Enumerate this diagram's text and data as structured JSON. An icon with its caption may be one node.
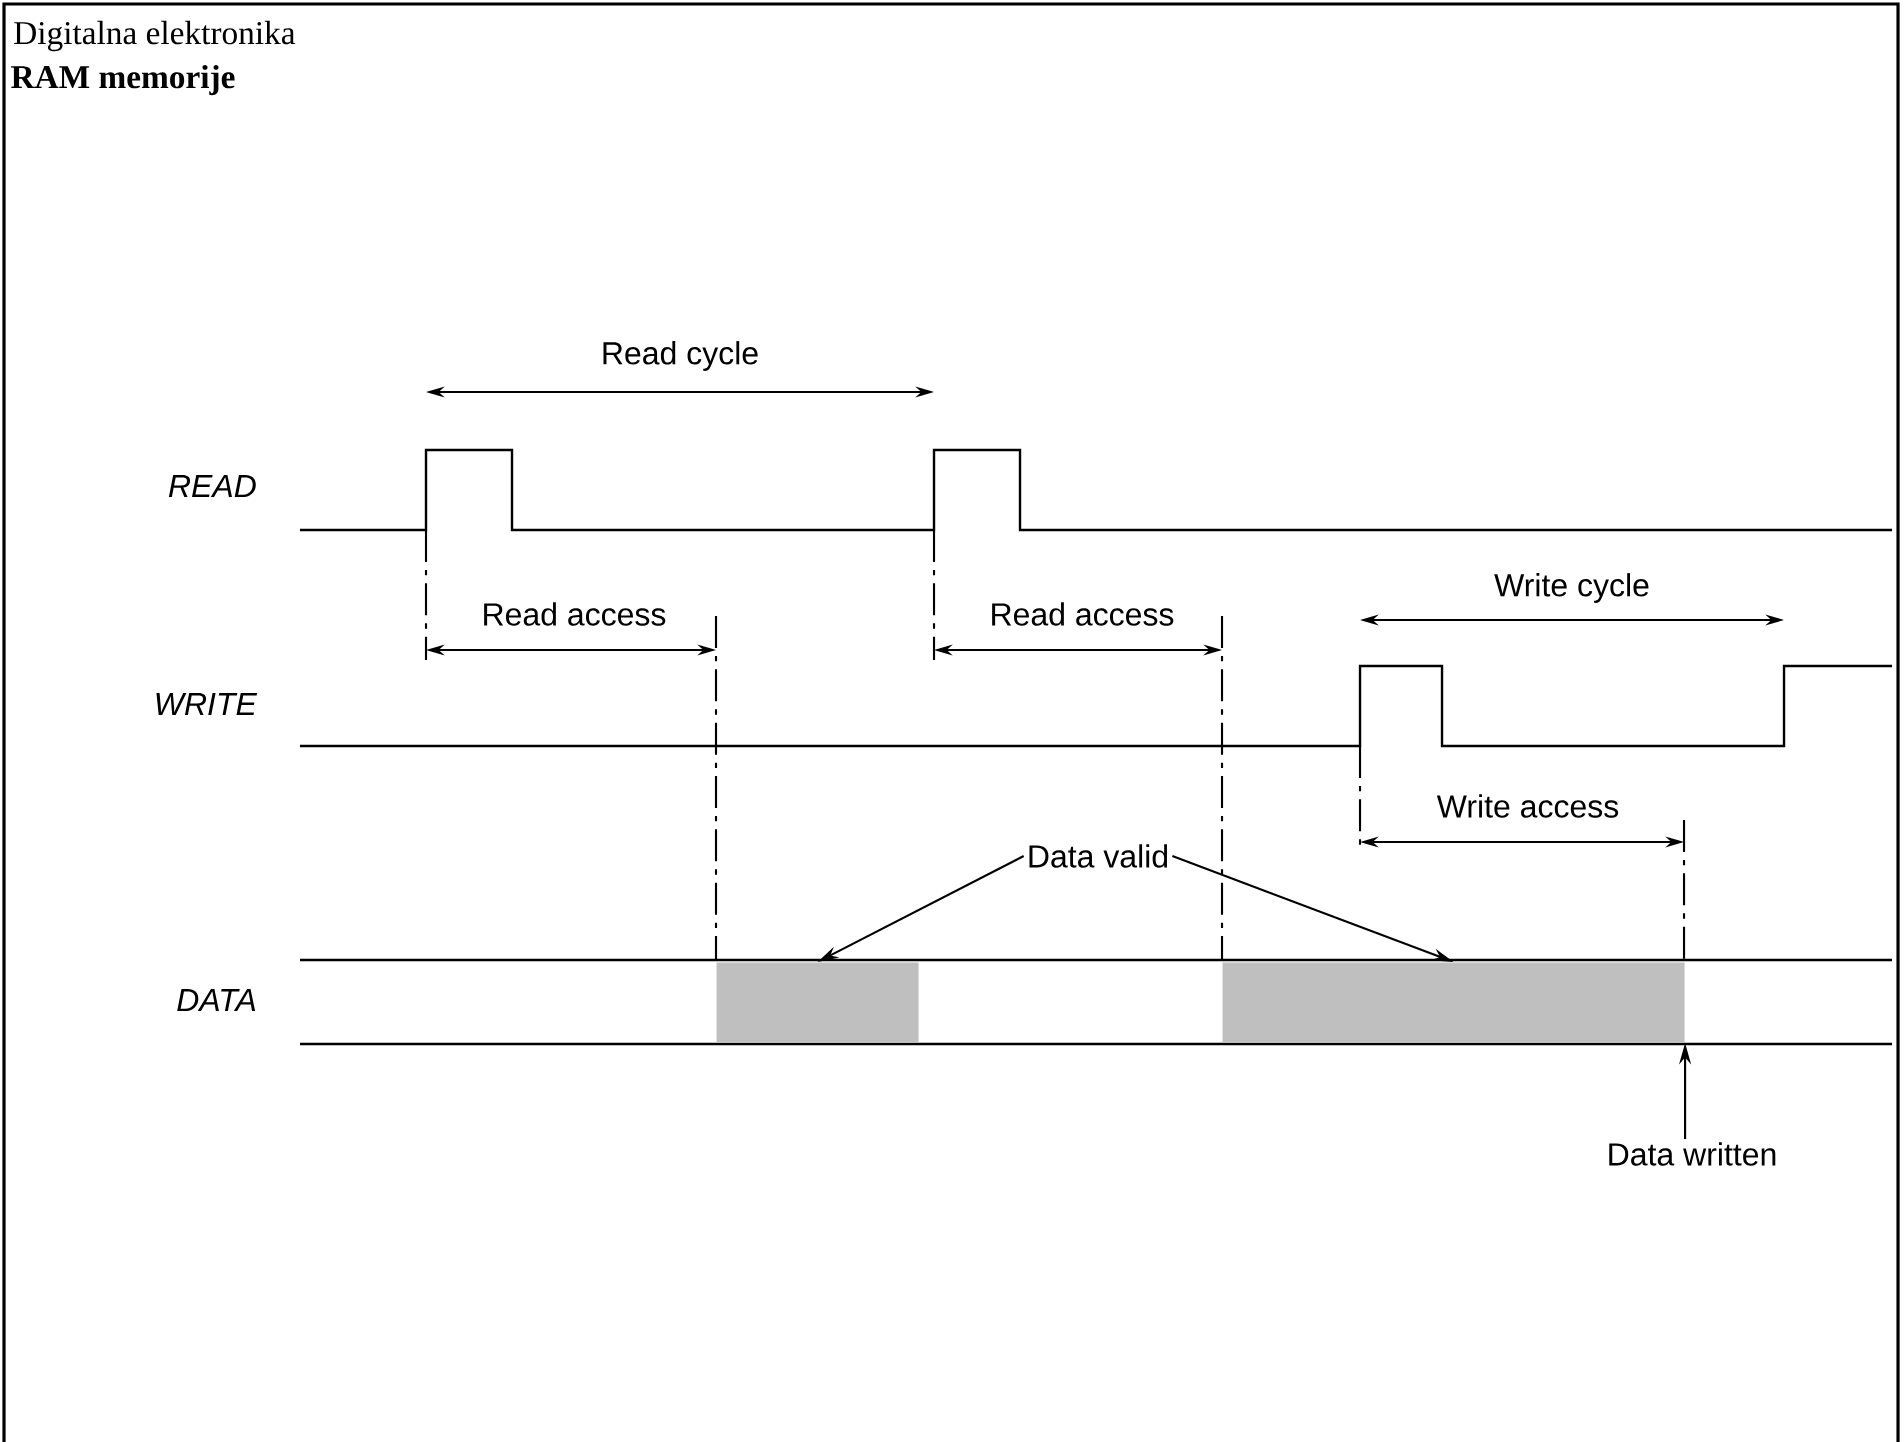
{
  "diagram": {
    "title": "RAM memorije",
    "nodes": [
      {
        "text": [
          "Data valid"
        ]
      },
      {
        "text": [],
        "shape": "box"
      },
      {
        "text": [],
        "shape": "box"
      },
      {
        "text": [
          "Data written"
        ]
      }
    ],
    "edges": [
      {
        "from": 0,
        "to": 1,
        "arrow": "to"
      },
      {
        "from": 0,
        "to": 2,
        "arrow": "to"
      },
      {
        "from": 3,
        "to": 2,
        "arrow": "to"
      }
    ],
    "labels": [
      "Digitalna elektronika",
      "READ",
      "WRITE",
      "DATA",
      "Read cycle",
      "Read access",
      "Read access",
      "Write cycle",
      "Write access"
    ]
  }
}
